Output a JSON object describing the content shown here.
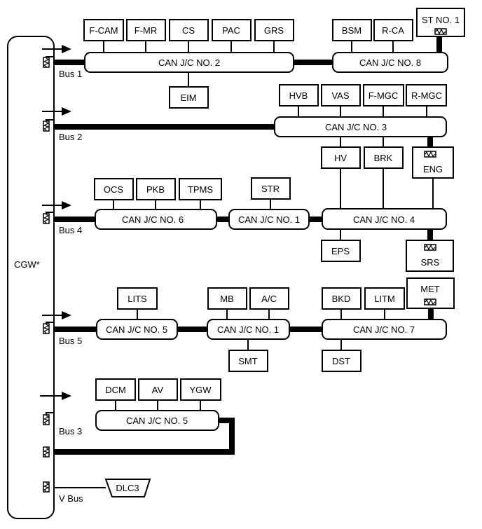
{
  "gateway": {
    "label": "CGW*"
  },
  "buses": {
    "bus1": "Bus 1",
    "bus2": "Bus 2",
    "bus4": "Bus 4",
    "bus5": "Bus 5",
    "bus3": "Bus 3",
    "vbus": "V Bus"
  },
  "junctions": {
    "jc2": "CAN J/C NO. 2",
    "jc8": "CAN J/C NO. 8",
    "jc3": "CAN J/C NO. 3",
    "jc6": "CAN J/C NO. 6",
    "jc1_bus4": "CAN J/C NO. 1",
    "jc4": "CAN J/C NO. 4",
    "jc5_bus5": "CAN J/C NO. 5",
    "jc1_bus5": "CAN J/C NO. 1",
    "jc7": "CAN J/C NO. 7",
    "jc5_bus3": "CAN J/C NO. 5"
  },
  "ecus": {
    "fcam": "F-CAM",
    "fmr": "F-MR",
    "cs": "CS",
    "pac": "PAC",
    "grs": "GRS",
    "bsm": "BSM",
    "rca": "R-CA",
    "st1": "ST NO. 1",
    "eim": "EIM",
    "hvb": "HVB",
    "vas": "VAS",
    "fmgc": "F-MGC",
    "rmgc": "R-MGC",
    "hv": "HV",
    "brk": "BRK",
    "eng": "ENG",
    "ocs": "OCS",
    "pkb": "PKB",
    "tpms": "TPMS",
    "str": "STR",
    "eps": "EPS",
    "srs": "SRS",
    "lits": "LITS",
    "mb": "MB",
    "ac": "A/C",
    "bkd": "BKD",
    "litm": "LITM",
    "met": "MET",
    "smt": "SMT",
    "dst": "DST",
    "dcm": "DCM",
    "av": "AV",
    "ygw": "YGW",
    "dlc3": "DLC3"
  },
  "icons": {
    "signal_arrow": "arrow-right-icon",
    "termination": "resistor-icon"
  }
}
